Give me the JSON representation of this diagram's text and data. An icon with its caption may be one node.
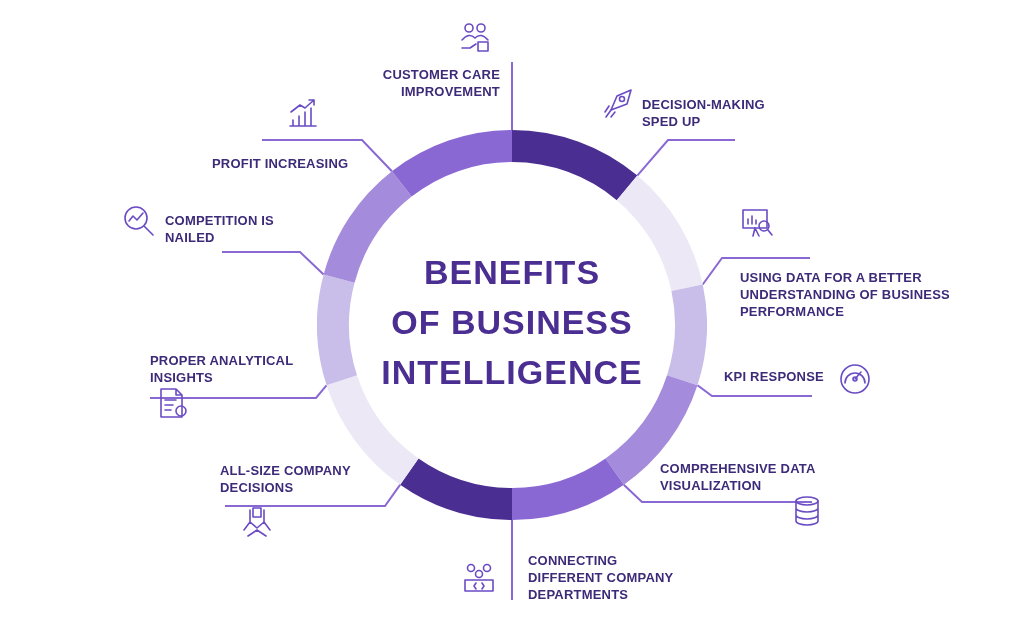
{
  "diagram": {
    "nodes": [
      {
        "text": [
          "BENEFITS OF BUSINESS INTELLIGENCE"
        ]
      },
      {
        "text": [
          "CUSTOMER CARE IMPROVEMENT"
        ]
      },
      {
        "text": [
          "DECISION-MAKING SPED UP"
        ]
      },
      {
        "text": [
          "USING DATA FOR A BETTER UNDERSTANDING OF BUSINESS PERFORMANCE"
        ]
      },
      {
        "text": [
          "KPI RESPONSE"
        ]
      },
      {
        "text": [
          "COMPREHENSIVE DATA VISUALIZATION"
        ]
      },
      {
        "text": [
          "CONNECTING DIFFERENT COMPANY DEPARTMENTS"
        ]
      },
      {
        "text": [
          "ALL-SIZE COMPANY DECISIONS"
        ]
      },
      {
        "text": [
          "PROPER ANALYTICAL INSIGHTS"
        ]
      },
      {
        "text": [
          "COMPETITION IS NAILED"
        ]
      },
      {
        "text": [
          "PROFIT INCREASING"
        ]
      }
    ],
    "edges": [
      {
        "from": 1,
        "to": 0,
        "arrow": "none"
      },
      {
        "from": 2,
        "to": 0,
        "arrow": "none"
      },
      {
        "from": 3,
        "to": 0,
        "arrow": "none"
      },
      {
        "from": 4,
        "to": 0,
        "arrow": "none"
      },
      {
        "from": 5,
        "to": 0,
        "arrow": "none"
      },
      {
        "from": 6,
        "to": 0,
        "arrow": "none"
      },
      {
        "from": 7,
        "to": 0,
        "arrow": "none"
      },
      {
        "from": 8,
        "to": 0,
        "arrow": "none"
      },
      {
        "from": 9,
        "to": 0,
        "arrow": "none"
      },
      {
        "from": 10,
        "to": 0,
        "arrow": "none"
      }
    ]
  }
}
